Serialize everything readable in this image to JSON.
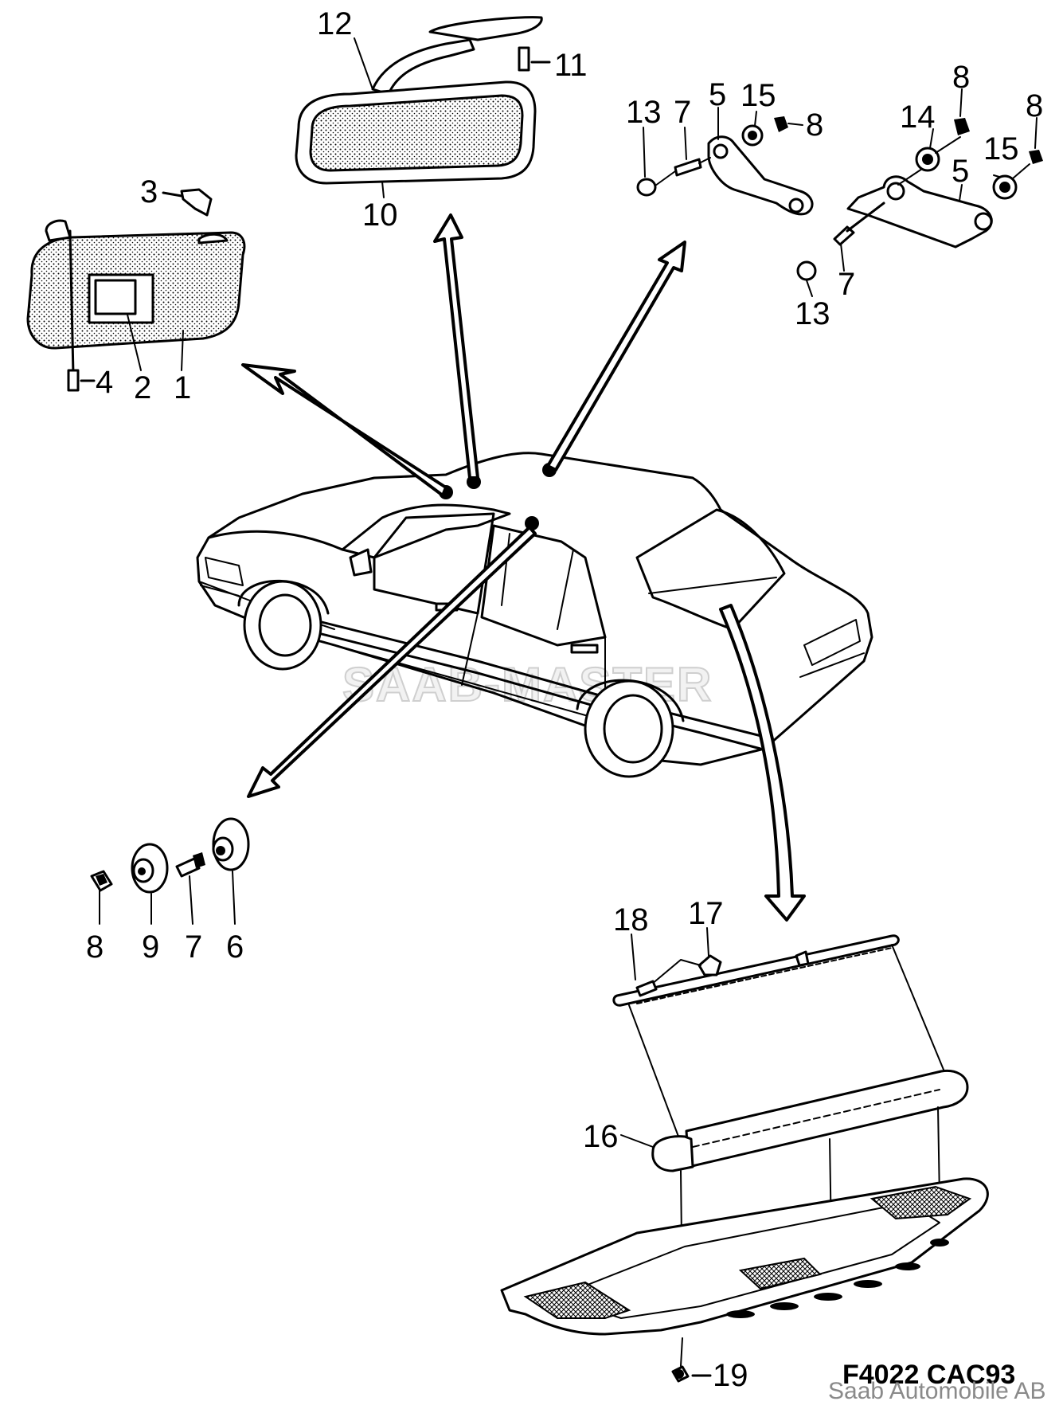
{
  "diagram": {
    "drawing_code": "F4022 CAC93",
    "copyright": "Saab Automobile AB",
    "watermark": "SAAB-MASTER",
    "callouts": {
      "c1": "1",
      "c2": "2",
      "c3": "3",
      "c4": "4",
      "c10": "10",
      "c11": "11",
      "c12": "12",
      "c13a": "13",
      "c7a": "7",
      "c5a": "5",
      "c15a": "15",
      "c8a": "8",
      "c14": "14",
      "c8b": "8",
      "c8c": "8",
      "c15b": "15",
      "c5b": "5",
      "c7b": "7",
      "c13b": "13",
      "c8d": "8",
      "c9": "9",
      "c7c": "7",
      "c6": "6",
      "c18": "18",
      "c17": "17",
      "c16": "16",
      "c19": "19"
    }
  }
}
